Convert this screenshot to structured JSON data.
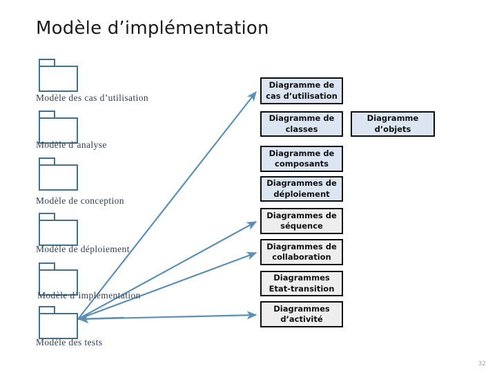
{
  "slide": {
    "title": "Modèle d’implémentation",
    "page_number": "32",
    "background_color": "#ffffff"
  },
  "colors": {
    "package_outline": "#45708c",
    "connector": "#5b8fb5",
    "box_fill_blue": "#dce6f2",
    "box_fill_grey": "#eeeeee",
    "box_border": "#0d0d0d",
    "label_text": "#2f3d52",
    "title_text": "#1b1b1b"
  },
  "models": [
    {
      "label": "Modèle des cas d’utilisation",
      "icon": "uml-package-icon"
    },
    {
      "label": "Modèle d’analyse",
      "icon": "uml-package-icon"
    },
    {
      "label": "Modèle de conception",
      "icon": "uml-package-icon"
    },
    {
      "label": "Modèle de déploiement",
      "icon": "uml-package-icon"
    },
    {
      "label": "Modèle d’implémentation",
      "icon": "uml-package-icon"
    },
    {
      "label": "Modèle des tests",
      "icon": "uml-package-icon"
    }
  ],
  "diagrams": [
    {
      "label": "Diagramme de cas d’utilisation",
      "fill": "blue"
    },
    {
      "label": "Diagramme de classes",
      "fill": "blue"
    },
    {
      "label": "Diagramme d’objets",
      "fill": "blue"
    },
    {
      "label": "Diagramme de composants",
      "fill": "blue"
    },
    {
      "label": "Diagrammes de déploiement",
      "fill": "blue"
    },
    {
      "label": "Diagrammes de séquence",
      "fill": "grey"
    },
    {
      "label": "Diagrammes de collaboration",
      "fill": "grey"
    },
    {
      "label": "Diagrammes Etat-transition",
      "fill": "grey"
    },
    {
      "label": "Diagrammes d’activité",
      "fill": "grey"
    }
  ],
  "connectors": {
    "origin_label": "Modèle des tests",
    "count": 5,
    "targets": [
      "Diagramme de cas d’utilisation",
      "Diagrammes de séquence",
      "Diagrammes de collaboration",
      "Diagrammes d’activité",
      "Diagrammes d’activité"
    ]
  }
}
